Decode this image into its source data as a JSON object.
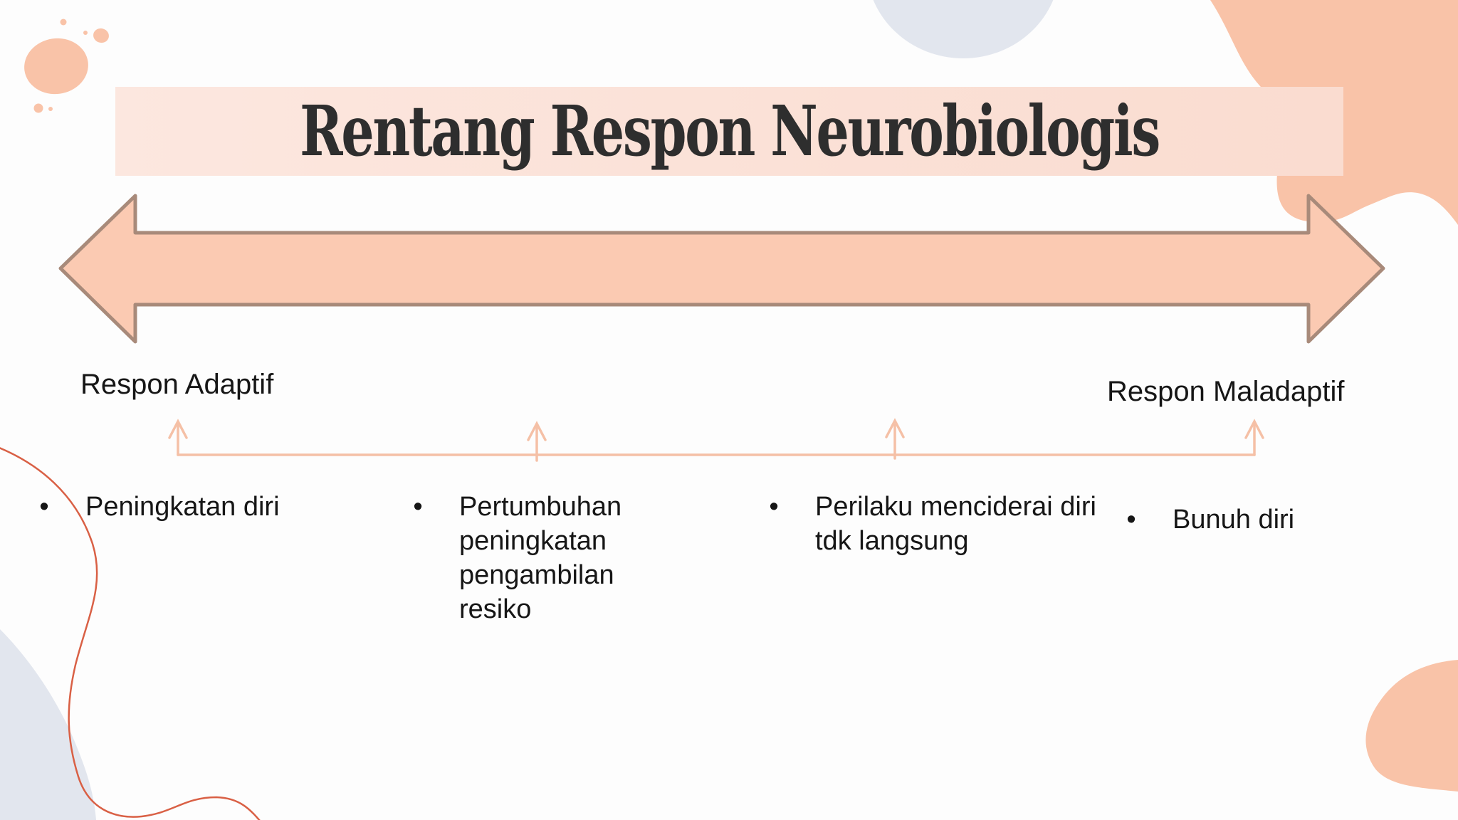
{
  "slide": {
    "title": "Rentang Respon Neurobiologis",
    "axis": {
      "left_label": "Respon Adaptif",
      "right_label": "Respon Maladaptif"
    },
    "bullet_glyph": "•",
    "items": [
      {
        "text": "Peningkatan diri"
      },
      {
        "text": "Pertumbuhan peningkatan pengambilan resiko"
      },
      {
        "text": "Perilaku menciderai diri tdk langsung"
      },
      {
        "text": "Bunuh diri"
      }
    ]
  },
  "colors": {
    "bg": "#fdfdfd",
    "banner_light": "#fce7df",
    "banner_deep": "#fadcd0",
    "title_color": "#2e2e2e",
    "text_color": "#161616",
    "arrow_fill": "#fbcab2",
    "arrow_stroke": "#a88a7a",
    "blob_peach": "#f9c3a8",
    "line_peach": "#f5c0a6",
    "coral": "#d96045",
    "gray_blue": "#e2e6ee"
  }
}
